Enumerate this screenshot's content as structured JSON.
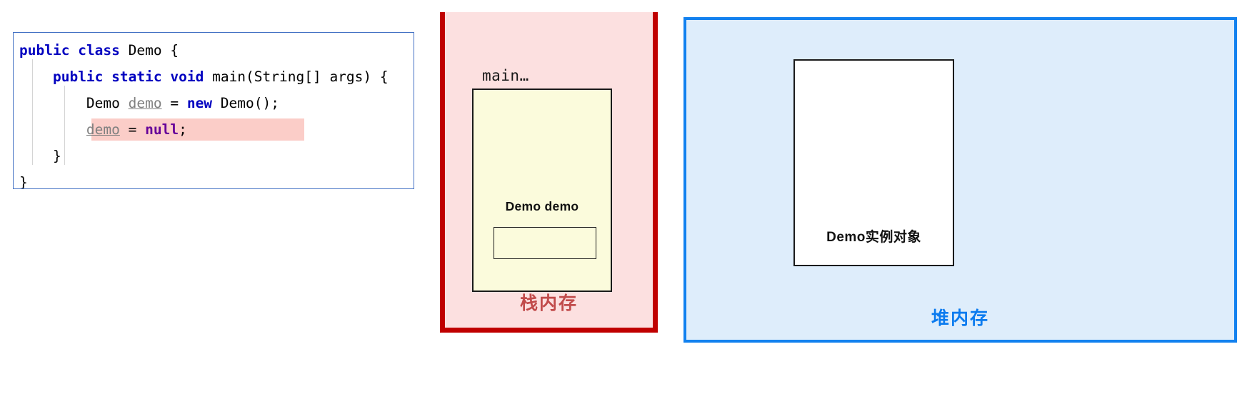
{
  "code_panel": {
    "language": "java",
    "lines": [
      {
        "tokens": [
          {
            "t": "public",
            "c": "kw"
          },
          {
            "t": " ",
            "c": "plain"
          },
          {
            "t": "class",
            "c": "kw"
          },
          {
            "t": " Demo {",
            "c": "plain"
          }
        ],
        "highlight": false
      },
      {
        "tokens": [
          {
            "t": "    ",
            "c": "plain"
          },
          {
            "t": "public",
            "c": "kw"
          },
          {
            "t": " ",
            "c": "plain"
          },
          {
            "t": "static",
            "c": "kw"
          },
          {
            "t": " ",
            "c": "plain"
          },
          {
            "t": "void",
            "c": "kw"
          },
          {
            "t": " main(String[] args) {",
            "c": "plain"
          }
        ],
        "highlight": false
      },
      {
        "tokens": [
          {
            "t": "        Demo ",
            "c": "plain"
          },
          {
            "t": "demo",
            "c": "var"
          },
          {
            "t": " = ",
            "c": "plain"
          },
          {
            "t": "new",
            "c": "kw"
          },
          {
            "t": " Demo();",
            "c": "plain"
          }
        ],
        "highlight": false
      },
      {
        "tokens": [
          {
            "t": "        ",
            "c": "plain"
          },
          {
            "t": "demo",
            "c": "var"
          },
          {
            "t": " = ",
            "c": "plain"
          },
          {
            "t": "null",
            "c": "nullkw"
          },
          {
            "t": ";",
            "c": "plain"
          }
        ],
        "highlight": true
      },
      {
        "tokens": [
          {
            "t": "    }",
            "c": "plain"
          }
        ],
        "highlight": false
      },
      {
        "tokens": [
          {
            "t": "}",
            "c": "plain"
          }
        ],
        "highlight": false
      }
    ],
    "border_color": "#4472C4",
    "highlight_color": "#FBCDC8",
    "keyword_color": "#0000C0",
    "null_color": "#660099",
    "variable_color": "#808080"
  },
  "stack_panel": {
    "frame_label": "main…",
    "variable_label": "Demo  demo",
    "memory_label": "栈内存",
    "background_color": "#FCE0E0",
    "border_color": "#C00000",
    "frame_background_color": "#FBFBDC",
    "memory_label_color": "#C14B4B"
  },
  "heap_panel": {
    "object_label": "Demo实例对象",
    "memory_label": "堆内存",
    "background_color": "#DEEDFB",
    "border_color": "#1281EF",
    "object_background_color": "#FFFFFF",
    "memory_label_color": "#0B7BEF"
  }
}
